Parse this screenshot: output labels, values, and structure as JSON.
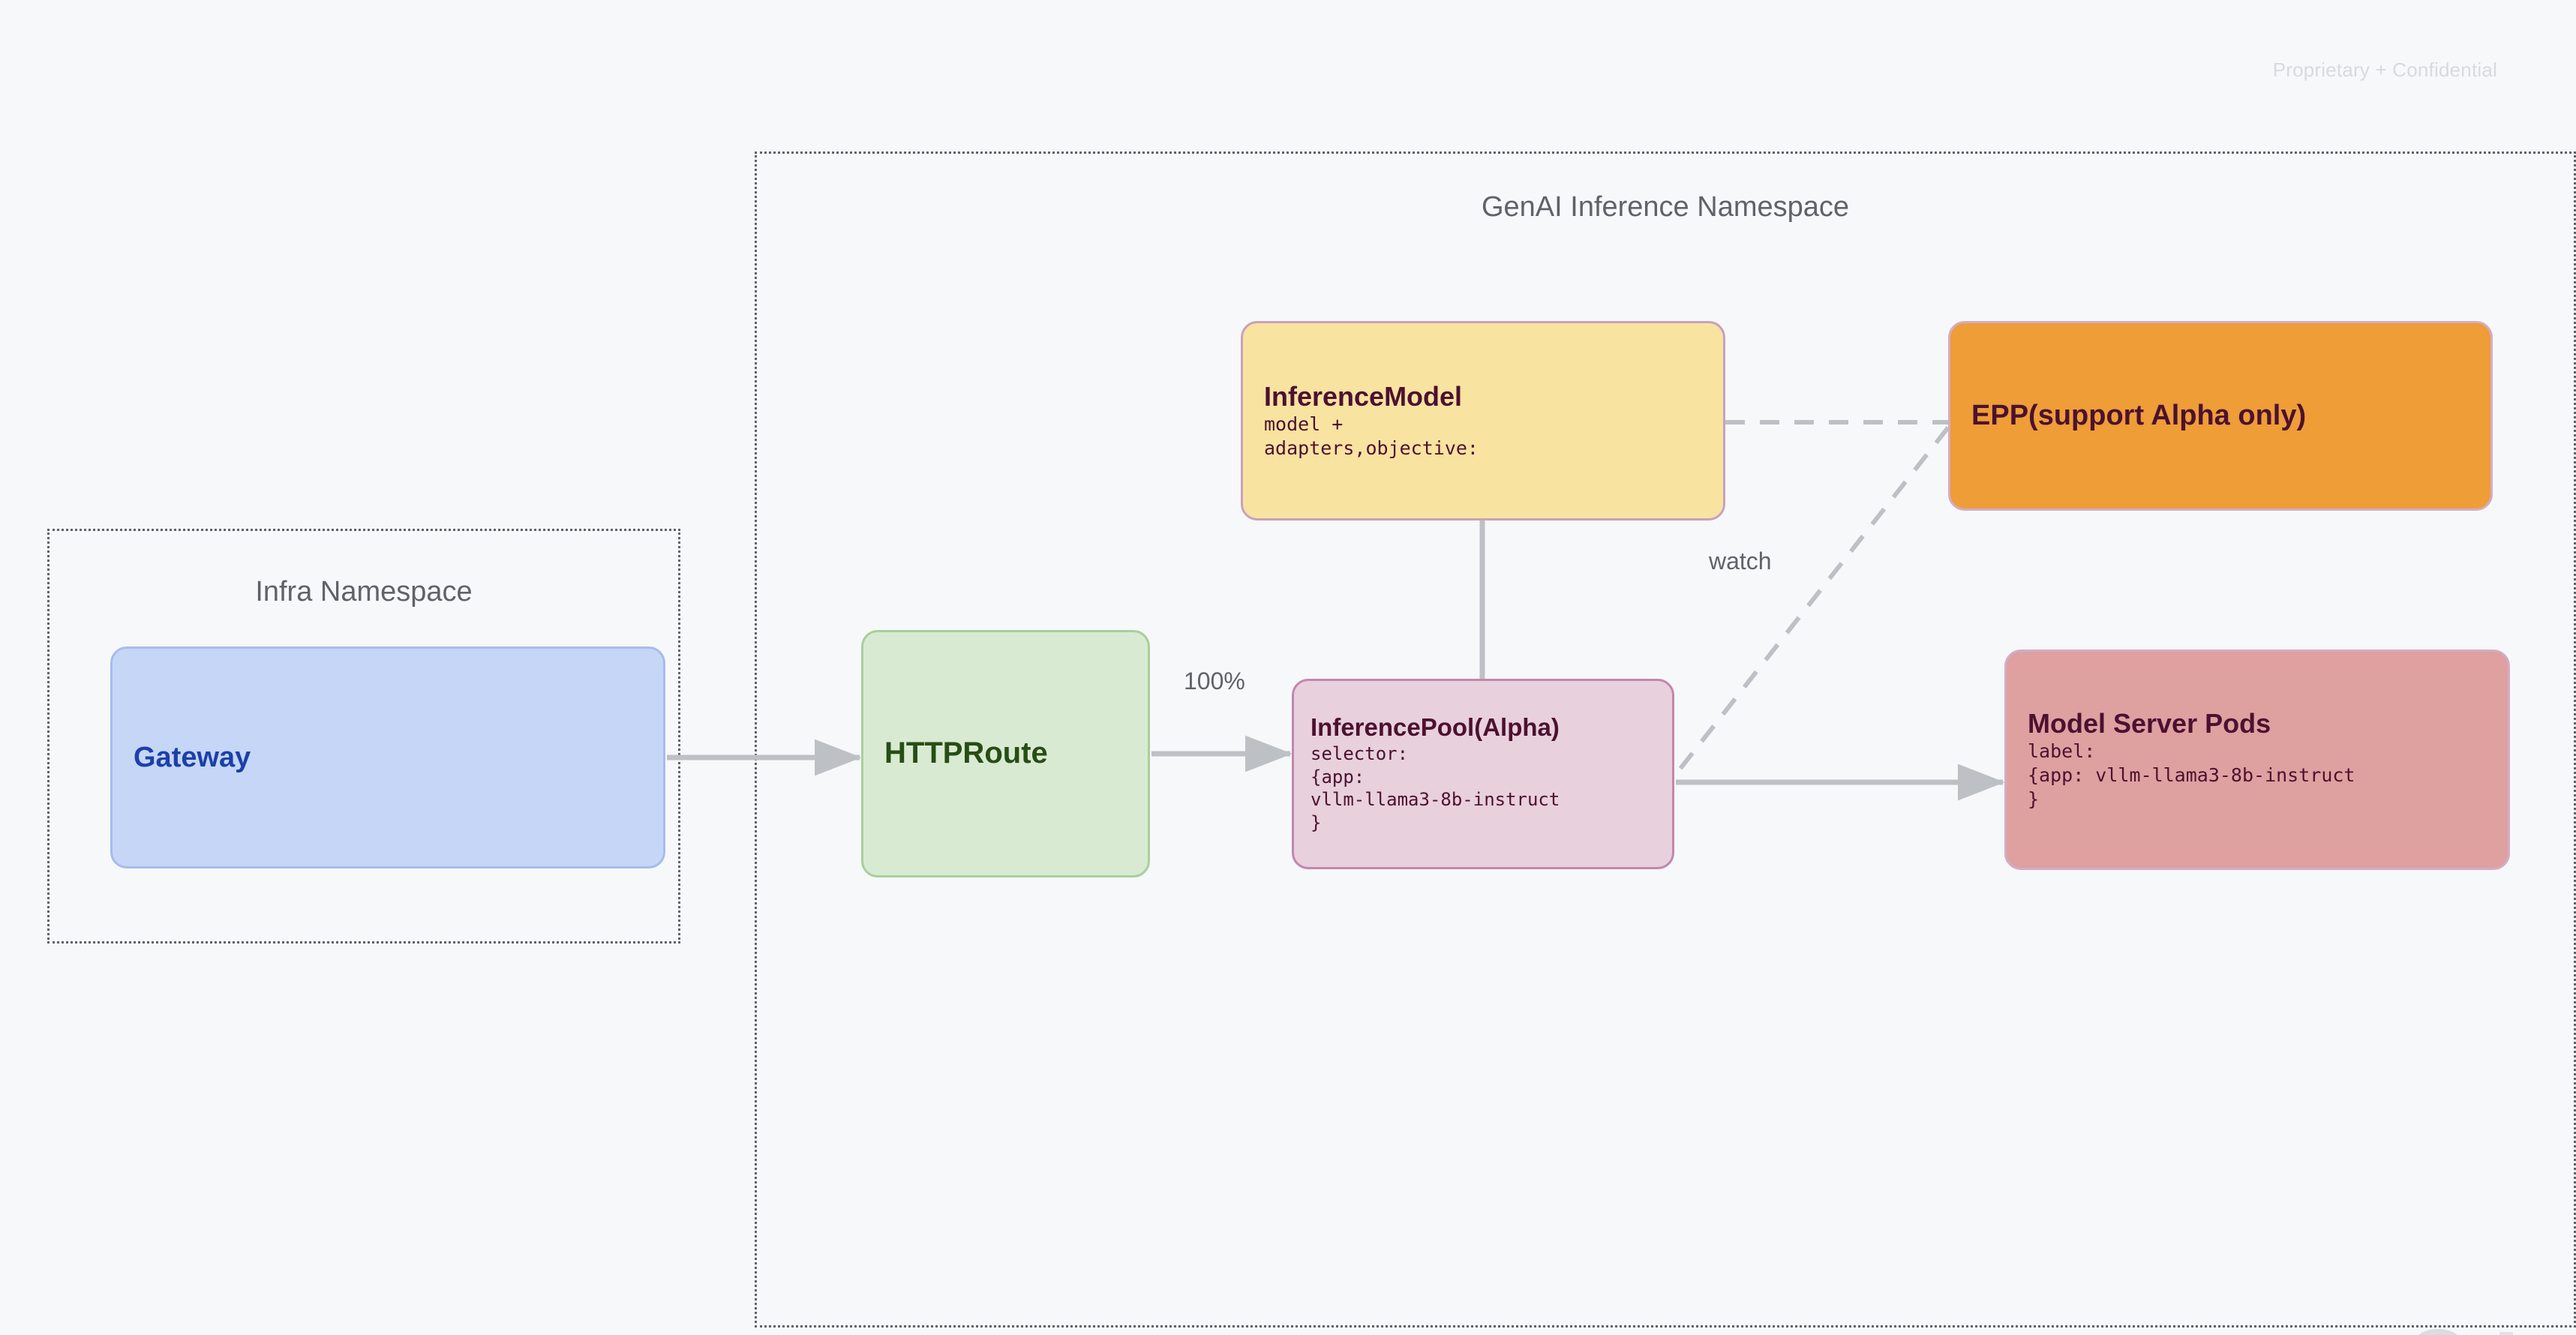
{
  "watermark": "Proprietary + Confidential",
  "namespaces": [
    {
      "id": "infra",
      "label": "Infra Namespace"
    },
    {
      "id": "genai",
      "label": "GenAI Inference Namespace"
    }
  ],
  "nodes": {
    "gateway": {
      "title": "Gateway",
      "body": ""
    },
    "httproute": {
      "title": "HTTPRoute",
      "body": ""
    },
    "inferencemodel": {
      "title": "InferenceModel",
      "body": "model +\nadapters,objective:"
    },
    "inferencepool": {
      "title": "InferencePool(Alpha)",
      "body": "selector:\n{app:\nvllm-llama3-8b-instruct\n}"
    },
    "epp": {
      "title": "EPP(support Alpha only)",
      "body": ""
    },
    "modelserverpods": {
      "title": "Model Server Pods",
      "body": "label:\n{app: vllm-llama3-8b-instruct\n}"
    }
  },
  "edges": {
    "gateway_to_httproute": {
      "label": "",
      "style": "solid-arrow"
    },
    "httproute_to_inferencepool": {
      "label": "100%",
      "style": "solid-arrow"
    },
    "inferencemodel_to_pool": {
      "label": "",
      "style": "solid-plain"
    },
    "inferencemodel_to_epp": {
      "label": "",
      "style": "dashed"
    },
    "epp_to_inferencepool": {
      "label": "watch",
      "style": "dashed"
    },
    "inferencepool_to_pods": {
      "label": "",
      "style": "solid-arrow"
    }
  },
  "colors": {
    "background": "#f7f8fa",
    "namespace_border": "#5f6368",
    "gateway_fill": "#c5d6f7",
    "gateway_text": "#1c3faa",
    "httproute_fill": "#d9ead3",
    "httproute_text": "#274e13",
    "inferencemodel_fill": "#f9e3a0",
    "inferencepool_fill": "#e8d0dd",
    "epp_fill": "#ee9d37",
    "modelserverpods_fill": "#dfa0a0",
    "dark_text": "#4c1130",
    "edge": "#bdc1c6"
  }
}
